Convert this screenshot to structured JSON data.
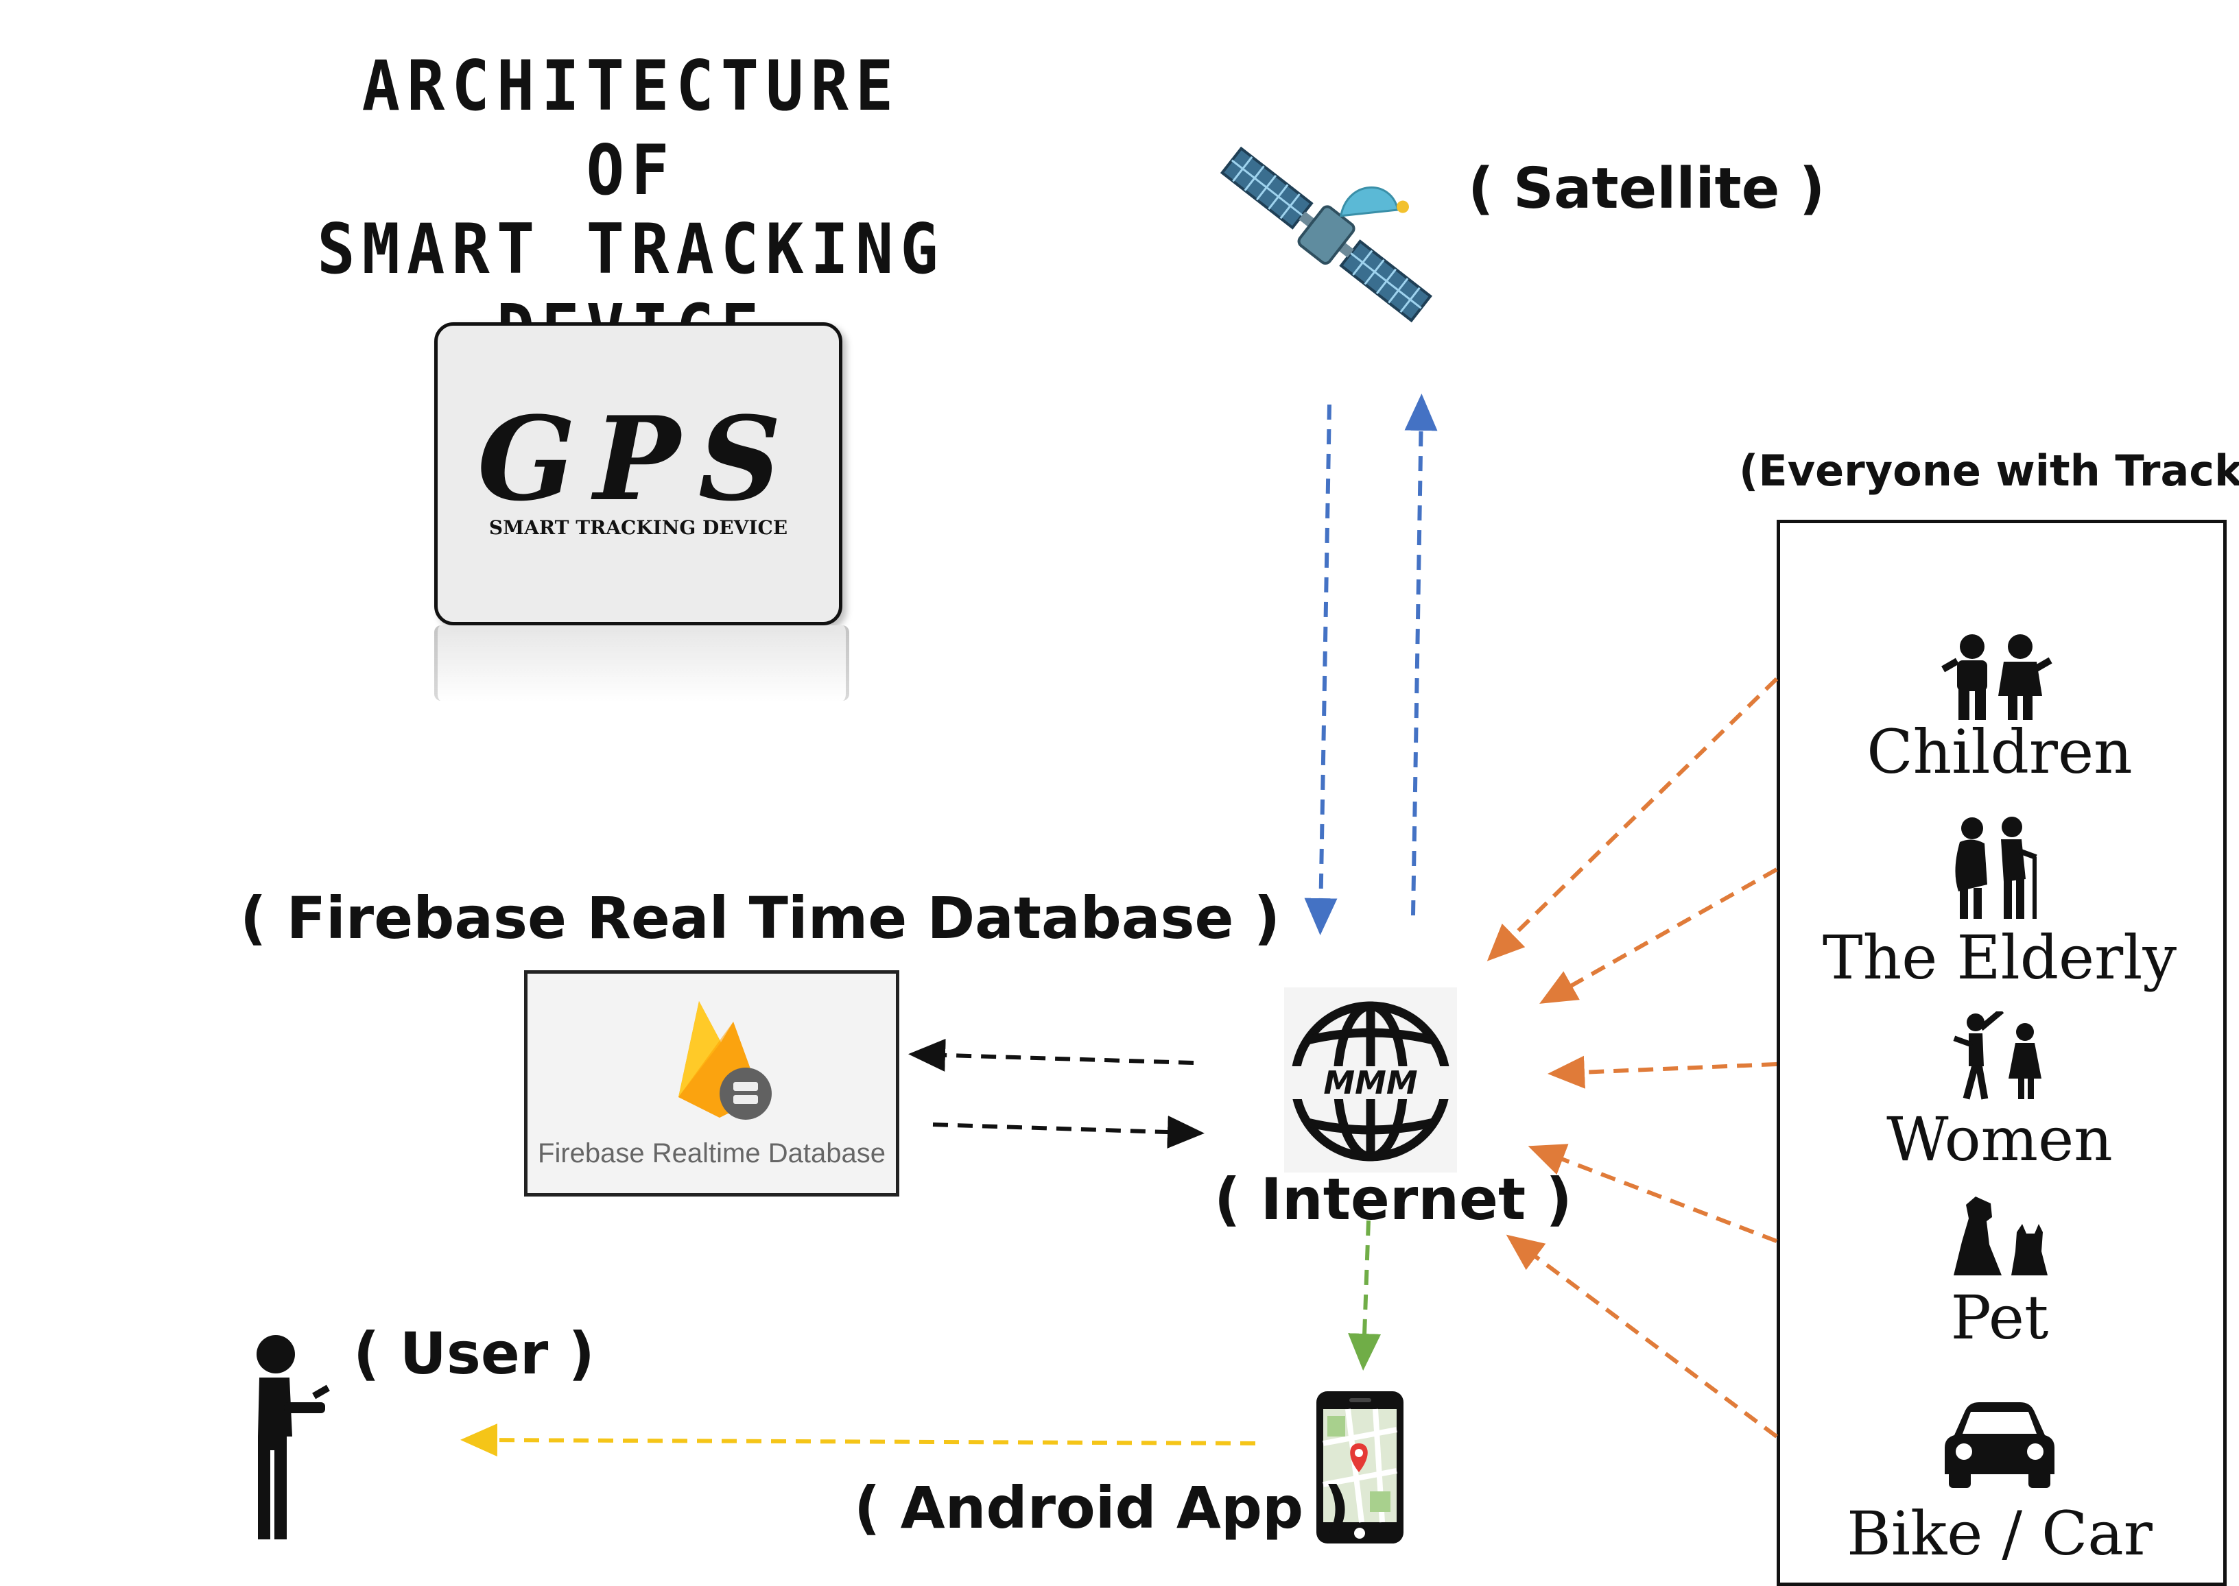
{
  "title": {
    "line1": "ARCHITECTURE",
    "line2": "OF",
    "line3": "SMART TRACKING DEVICE"
  },
  "gps_card": {
    "logo": "GPS",
    "subtitle": "SMART TRACKING DEVICE"
  },
  "labels": {
    "satellite": "( Satellite )",
    "firebase": "( Firebase Real Time Database )",
    "firebase_box": "Firebase Realtime Database",
    "internet": "( Internet )",
    "internet_icon": "MMM",
    "user": "( User )",
    "android": "( Android App )",
    "trackers_header": "(Everyone with Tracker)"
  },
  "trackers": [
    {
      "label": "Children",
      "icon": "children-icon"
    },
    {
      "label": "The Elderly",
      "icon": "elderly-icon"
    },
    {
      "label": "Women",
      "icon": "women-icon"
    },
    {
      "label": "Pet",
      "icon": "pet-icon"
    },
    {
      "label": "Bike / Car",
      "icon": "car-icon"
    }
  ],
  "colors": {
    "satellite_link": "#4472c4",
    "tracker_link": "#e07b39",
    "database_link": "#111111",
    "app_link": "#70ad47",
    "user_link": "#f5c518",
    "firebase_orange": "#f5a623",
    "firebase_yellow": "#ffca28"
  }
}
